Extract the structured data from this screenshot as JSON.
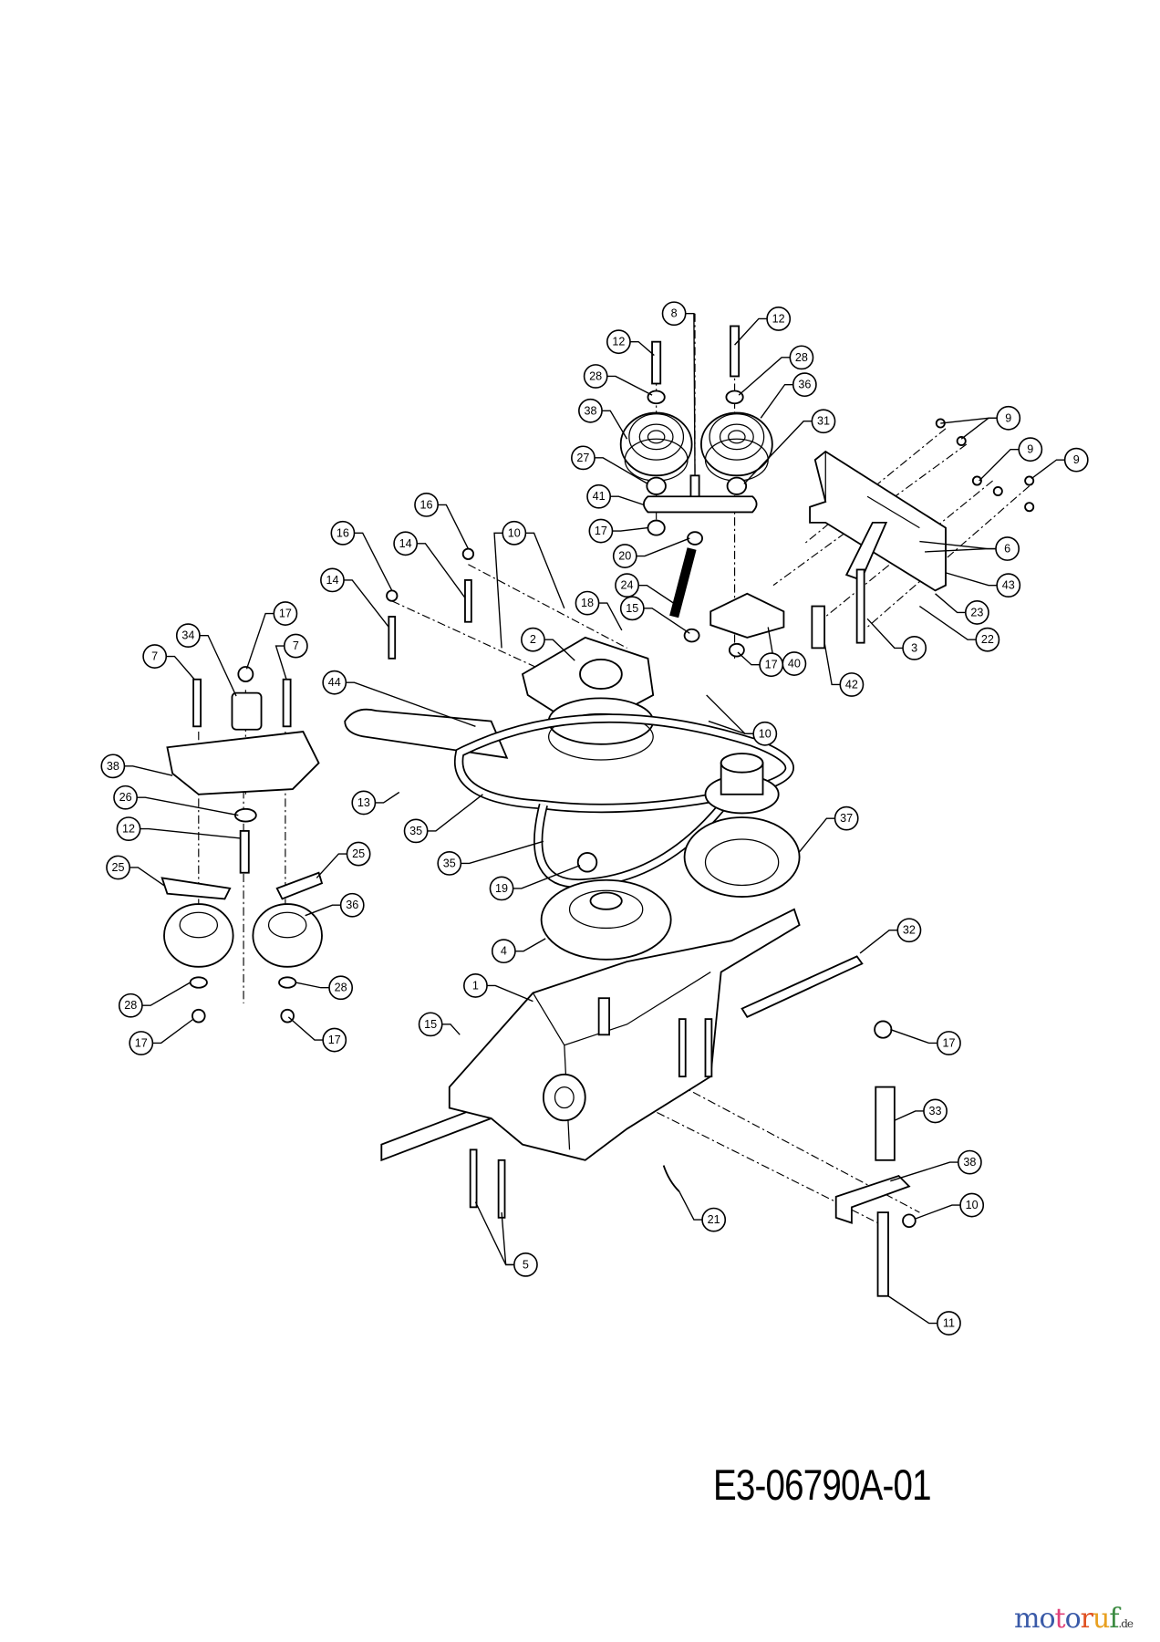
{
  "diagram_code": "E3-06790A-01",
  "logo": {
    "parts": [
      "m",
      "o",
      "t",
      "o",
      "r",
      "u",
      "f"
    ],
    "colors": [
      "#3a5aa8",
      "#3a5aa8",
      "#e0407a",
      "#3a5aa8",
      "#e05020",
      "#e8a020",
      "#3a8a40"
    ],
    "suffix": ".de"
  },
  "callouts": [
    "8",
    "12",
    "12",
    "28",
    "28",
    "38",
    "36",
    "27",
    "31",
    "41",
    "17",
    "20",
    "24",
    "16",
    "16",
    "14",
    "14",
    "10",
    "18",
    "15",
    "2",
    "9",
    "9",
    "9",
    "6",
    "43",
    "23",
    "22",
    "3",
    "40",
    "42",
    "17",
    "17",
    "34",
    "7",
    "7",
    "44",
    "10",
    "38",
    "13",
    "35",
    "26",
    "37",
    "12",
    "35",
    "25",
    "25",
    "36",
    "19",
    "4",
    "32",
    "1",
    "28",
    "28",
    "15",
    "17",
    "17",
    "17",
    "33",
    "38",
    "10",
    "21",
    "5",
    "11"
  ]
}
